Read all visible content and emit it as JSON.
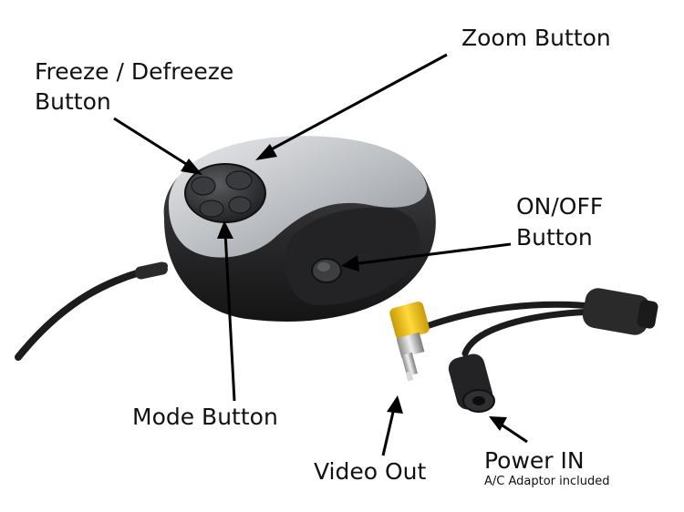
{
  "labels": {
    "zoom": "Zoom Button",
    "freeze_line1": "Freeze / Defreeze",
    "freeze_line2": "Button",
    "onoff_line1": "ON/OFF",
    "onoff_line2": "Button",
    "mode": "Mode Button",
    "video": "Video Out",
    "power": "Power IN",
    "adaptor": "A/C Adaptor included"
  },
  "colors": {
    "background": "#ffffff",
    "body_dark": "#2b2b2d",
    "shell_silver": "#c7c9cc",
    "rca_yellow": "#f2c21b",
    "arrow": "#000000",
    "text": "#111111"
  }
}
